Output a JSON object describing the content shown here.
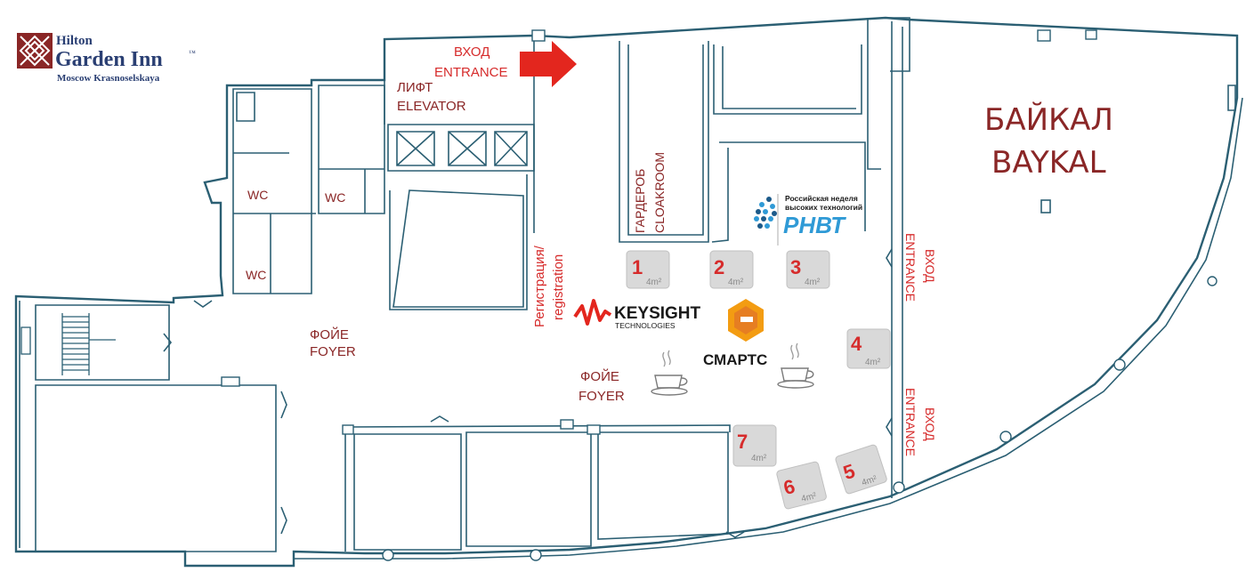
{
  "logo": {
    "line1": "Hilton",
    "line2": "Garden Inn",
    "trademark": "™",
    "line3": "Moscow Krasnoselskaya",
    "brand_color": "#8a2626"
  },
  "labels": {
    "main_entrance_ru": "ВХОД",
    "main_entrance_en": "ENTRANCE",
    "elevator_ru": "ЛИФТ",
    "elevator_en": "ELEVATOR",
    "wc": "WC",
    "foyer_ru": "ФОЙЕ",
    "foyer_en": "FOYER",
    "cloakroom_ru": "ГАРДЕРОБ",
    "cloakroom_en": "CLOAKROOM",
    "registration": "Регистрация/",
    "registration_en": "registration",
    "side_entrance_ru": "ВХОД",
    "side_entrance_en": "ENTRANCE",
    "hall_ru": "БАЙКАЛ",
    "hall_en": "BAYKAL"
  },
  "sponsors": {
    "keysight_name": "KEYSIGHT",
    "keysight_sub": "TECHNOLOGIES",
    "smarts": "СМАРТС",
    "rnvt_line1": "Российская неделя",
    "rnvt_line2": "высоких технологий",
    "rnvt_mark": "РНВТ"
  },
  "booths": [
    {
      "number": "1",
      "size": "4m²"
    },
    {
      "number": "2",
      "size": "4m²"
    },
    {
      "number": "3",
      "size": "4m²"
    },
    {
      "number": "4",
      "size": "4m²"
    },
    {
      "number": "5",
      "size": "4m²"
    },
    {
      "number": "6",
      "size": "4m²"
    },
    {
      "number": "7",
      "size": "4m²"
    }
  ],
  "icons": [
    "hilton-logo-icon",
    "entrance-arrow-icon",
    "coffee-cup-icon",
    "keysight-wave-icon",
    "smarts-hex-icon",
    "rnvt-globe-icon"
  ],
  "colors": {
    "wall": "#2b5f73",
    "label_red": "#d62b2b",
    "label_dark": "#8a2626",
    "booth_fill": "#d9d9d9",
    "rnvt_blue": "#2f9ad6",
    "smarts_orange": "#f39c12"
  }
}
